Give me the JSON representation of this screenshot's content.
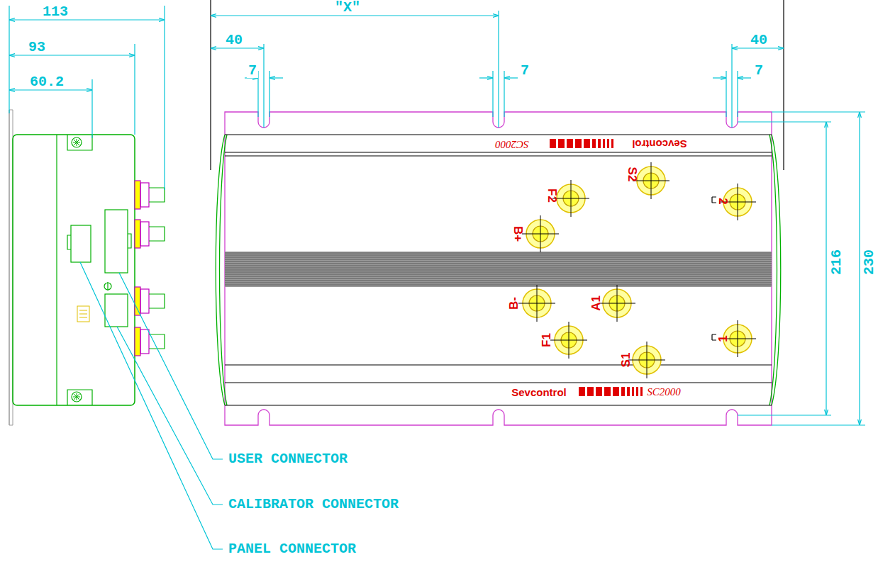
{
  "diagram": {
    "labels": [
      "113",
      "93",
      "60.2",
      "\"X\"",
      "40",
      "7",
      "7",
      "7",
      "40",
      "SC2000",
      "Sevcontrol",
      "S2",
      "F2",
      "2",
      "B+",
      "B-",
      "A1",
      "1",
      "F1",
      "S1",
      "Sevcontrol",
      "SC2000",
      "216",
      "230",
      "USER CONNECTOR",
      "CALIBRATOR CONNECTOR",
      "PANEL CONNECTOR"
    ]
  }
}
